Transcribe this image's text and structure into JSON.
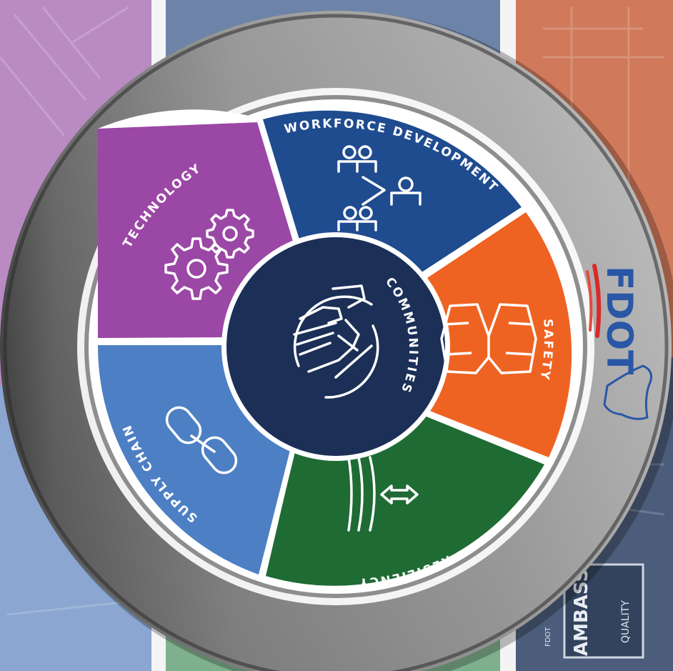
{
  "diagram": {
    "center": {
      "label": "COMMUNITIES",
      "icon": "handshake-icon",
      "color": "#1b2f57"
    },
    "segments": [
      {
        "id": "workforce",
        "label": "WORKFORCE DEVELOPMENT",
        "icon": "people-group-icon",
        "color": "#1f4b8f"
      },
      {
        "id": "safety",
        "label": "SAFETY",
        "icon": "safety-vest-icon",
        "color": "#ef6322"
      },
      {
        "id": "resiliency",
        "label": "RESILIENCY",
        "icon": "resiliency-arrows-icon",
        "color": "#1f6b34"
      },
      {
        "id": "supply-chain",
        "label": "SUPPLY CHAIN",
        "icon": "chain-link-icon",
        "color": "#4d7fc4"
      },
      {
        "id": "technology",
        "label": "TECHNOLOGY",
        "icon": "gears-icon",
        "color": "#9b47a5"
      }
    ],
    "logo": {
      "text": "FDOT",
      "color": "#2a57a5",
      "accent": "#d92b2b"
    }
  },
  "background": {
    "panels": [
      {
        "id": "purple",
        "color": "#b98bc2"
      },
      {
        "id": "blue-top",
        "color": "#6d84a8"
      },
      {
        "id": "orange",
        "color": "#d07a5b"
      },
      {
        "id": "lightblue",
        "color": "#8aa6d1"
      },
      {
        "id": "navy",
        "color": "#4b5d7a"
      },
      {
        "id": "green",
        "color": "#7fb08e"
      }
    ],
    "sign_text": [
      "QUALITY",
      "AMBASS"
    ],
    "small_logo": "FDOT"
  }
}
